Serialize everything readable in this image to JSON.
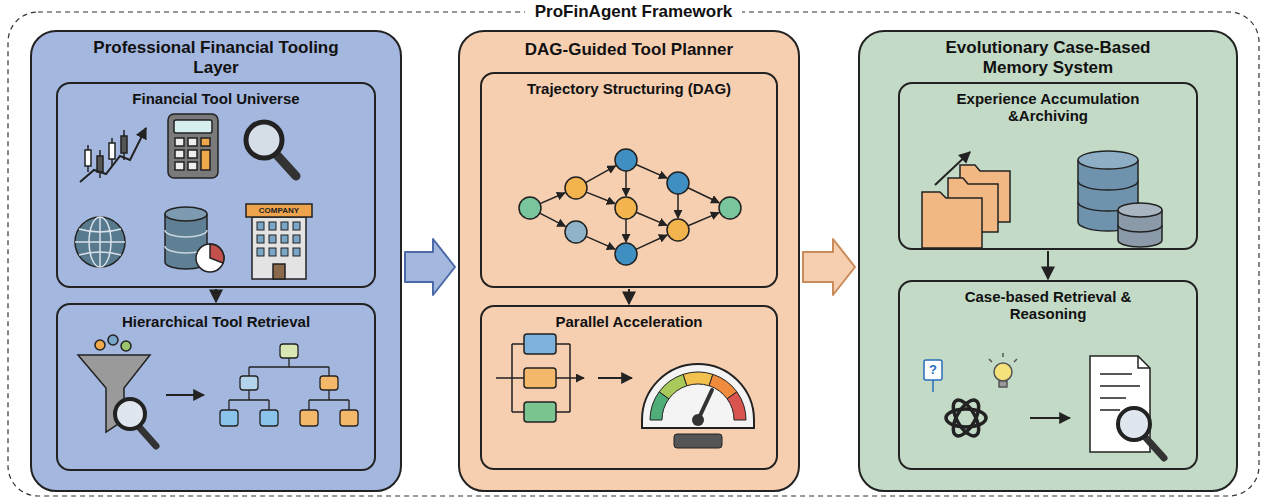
{
  "diagram": {
    "title": "ProFinAgent Framework",
    "nodes": [
      {
        "text": [
          "Professional Financial Tooling Layer"
        ]
      },
      {
        "text": [
          "Financial Tool Universe"
        ],
        "in": 0
      },
      {
        "text": [
          "Hierarchical Tool Retrieval"
        ],
        "in": 0
      },
      {
        "text": [
          "DAG-Guided Tool Planner"
        ]
      },
      {
        "text": [
          "Trajectory Structuring (DAG)"
        ],
        "in": 3
      },
      {
        "text": [
          "Parallel Acceleration"
        ],
        "in": 3
      },
      {
        "text": [
          "Evolutionary Case-Based Memory System"
        ]
      },
      {
        "text": [
          "Experience Accumulation &Archiving"
        ],
        "in": 6
      },
      {
        "text": [
          "Case-based Retrieval & Reasoning"
        ],
        "in": 6
      }
    ],
    "edges": [
      {
        "from": 0,
        "to": 3,
        "arrow": "to"
      },
      {
        "from": 3,
        "to": 6,
        "arrow": "to"
      },
      {
        "from": 1,
        "to": 2,
        "arrow": "to"
      },
      {
        "from": 4,
        "to": 5,
        "arrow": "to"
      },
      {
        "from": 7,
        "to": 8,
        "arrow": "to"
      }
    ],
    "labels": [
      "COMPANY",
      "?"
    ]
  }
}
